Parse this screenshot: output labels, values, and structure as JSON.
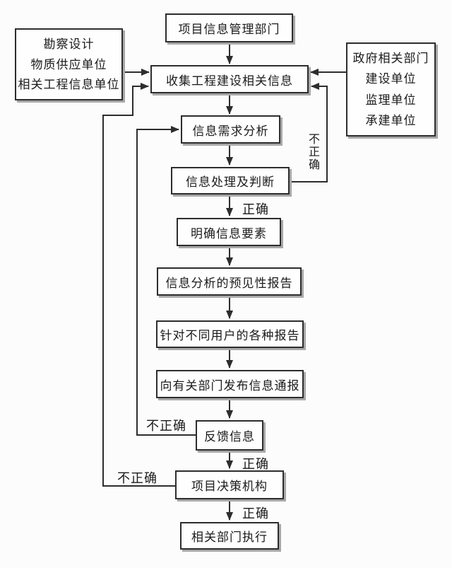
{
  "nodes": {
    "top": "项目信息管理部门",
    "collect": "收集工程建设相关信息",
    "need_analysis": "信息需求分析",
    "process_judge": "信息处理及判断",
    "clarify_elements": "明确信息要素",
    "predictive_report": "信息分析的预见性报告",
    "user_reports": "针对不同用户的各种报告",
    "notify_departments": "向有关部门发布信息通报",
    "feedback": "反馈信息",
    "decision_body": "项目决策机构",
    "execute": "相关部门执行"
  },
  "left_sources": {
    "lines": [
      "勘察设计",
      "物质供应单位",
      "相关工程信息单位"
    ]
  },
  "right_sources": {
    "lines": [
      "政府相关部门",
      "建设单位",
      "监理单位",
      "承建单位"
    ]
  },
  "edge_labels": {
    "correct_after_judge": "正确",
    "correct_after_feedback": "正确",
    "correct_after_decision": "正确",
    "incorrect_judge_loop": "不正确",
    "incorrect_feedback_loop": "不正确",
    "incorrect_decision_loop": "不正确"
  },
  "colors": {
    "line": "#2d2d2d",
    "box_border": "#2d2d2d",
    "box_fill": "#fefefe",
    "shadow": "#a8a8a8",
    "background": "#fcfcfc",
    "text": "#1b1b1b"
  }
}
